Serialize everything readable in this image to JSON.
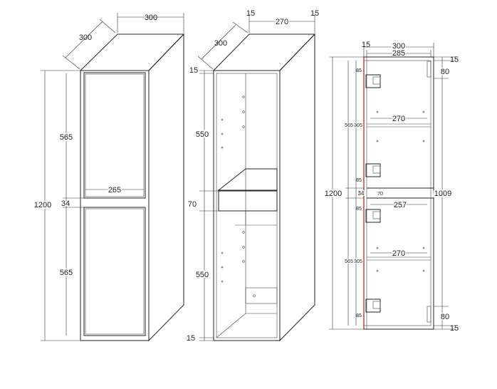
{
  "colors": {
    "ink": "#222222",
    "hinge_accent": "#c0392b"
  },
  "front_view": {
    "width": "300",
    "depth": "300",
    "door_width": "265",
    "total_height": "1200",
    "gap": "34",
    "door_upper": "565",
    "door_lower": "565"
  },
  "open_view": {
    "side_left": "15",
    "inner_width": "270",
    "side_right": "15",
    "depth": "300",
    "top_panel": "15",
    "upper_space": "550",
    "drawer": "70",
    "lower_space": "550",
    "bottom_panel": "15"
  },
  "section_view": {
    "side": "15",
    "width": "300",
    "inner": "285",
    "top_right": "15",
    "top_offset": "80",
    "upper_shelf": "270",
    "middle": "257",
    "lower_shelf": "270",
    "total_height": "1200",
    "inner_height": "1009",
    "bottom_offset": "80",
    "bottom_right": "15",
    "gap": "34",
    "hinge_top": "85",
    "hinge_mid_a": "85",
    "hinge_mid_b": "85",
    "hinge_bottom": "85",
    "pair_upper_a": "565",
    "pair_upper_b": "305",
    "pair_lower_a": "565",
    "pair_lower_b": "305",
    "small_mark": "70"
  }
}
